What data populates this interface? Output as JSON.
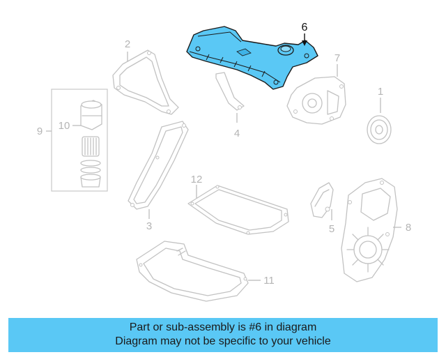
{
  "diagram": {
    "highlight_color": "#5ac8f5",
    "callouts": [
      {
        "id": "1",
        "label": "1"
      },
      {
        "id": "2",
        "label": "2"
      },
      {
        "id": "3",
        "label": "3"
      },
      {
        "id": "4",
        "label": "4"
      },
      {
        "id": "5",
        "label": "5"
      },
      {
        "id": "6",
        "label": "6",
        "highlighted": true
      },
      {
        "id": "7",
        "label": "7"
      },
      {
        "id": "8",
        "label": "8"
      },
      {
        "id": "9",
        "label": "9"
      },
      {
        "id": "10",
        "label": "10"
      },
      {
        "id": "11",
        "label": "11"
      },
      {
        "id": "12",
        "label": "12"
      }
    ]
  },
  "caption": {
    "line1": "Part or sub-assembly is #6 in diagram",
    "line2": "Diagram may not be specific to your vehicle"
  }
}
